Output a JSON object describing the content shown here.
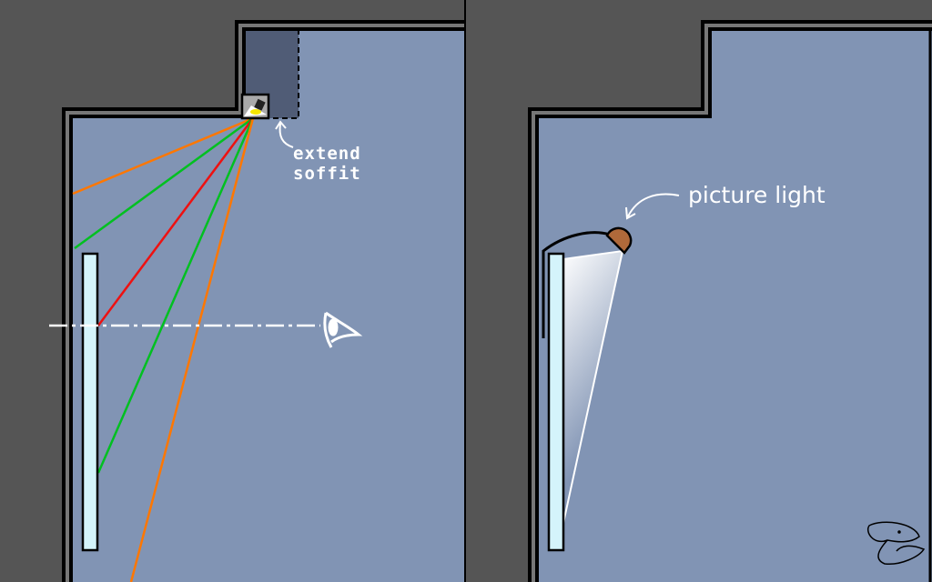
{
  "left_panel": {
    "annotation_line1": "extend",
    "annotation_line2": "soffit",
    "ray_colors": [
      "#ff7700",
      "#00c020",
      "#ee1111",
      "#00c020",
      "#ff7700"
    ]
  },
  "right_panel": {
    "annotation": "picture light"
  },
  "colors": {
    "background": "#555555",
    "room": "#8194b4",
    "soffit": "#505c76",
    "mirror": "#d4f4fb",
    "lamp": "#b0693a"
  }
}
